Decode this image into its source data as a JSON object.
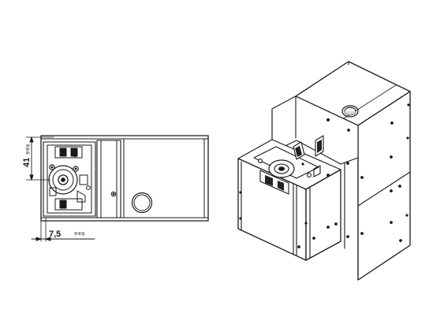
{
  "drawing": {
    "front_view": {
      "dimension_height_value": "41",
      "dimension_height_note": "参考值",
      "dimension_offset_value": "7,5",
      "dimension_offset_note": "参考值"
    },
    "colors": {
      "line": "#1a1a1a",
      "background": "#ffffff",
      "shade": "#d9d9d9",
      "dark_fill": "#222222"
    }
  }
}
